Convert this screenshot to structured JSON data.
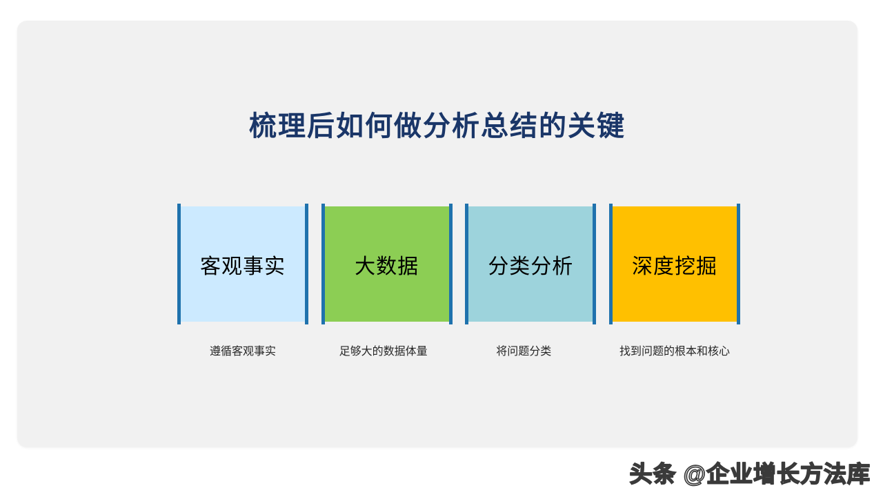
{
  "slide": {
    "title": "梳理后如何做分析总结的关键",
    "background_color": "#ffffff",
    "card_color": "#f1f1f1",
    "title_color": "#1a3668",
    "accent_bar_color": "#1f72ad",
    "blocks": [
      {
        "label": "客观事实",
        "caption": "遵循客观事实",
        "fill_color": "#cceaff"
      },
      {
        "label": "大数据",
        "caption": "足够大的数据体量",
        "fill_color": "#8cce54"
      },
      {
        "label": "分类分析",
        "caption": "将问题分类",
        "fill_color": "#9dd3dc"
      },
      {
        "label": "深度挖掘",
        "caption": "找到问题的根本和核心",
        "fill_color": "#ffc000"
      }
    ]
  },
  "watermark": {
    "text": "头条 @企业增长方法库"
  }
}
